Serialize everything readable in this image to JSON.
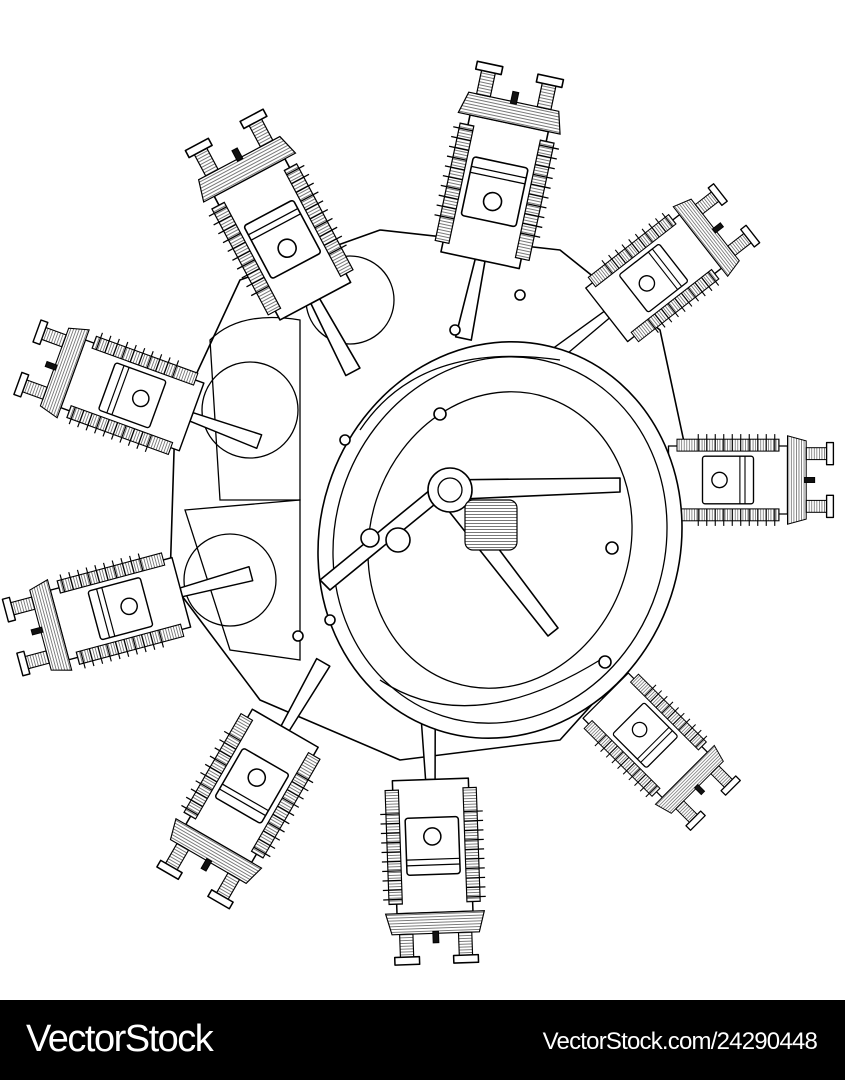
{
  "artwork": {
    "subject": "radial-engine-line-drawing",
    "cylinder_count": 9,
    "stroke_color": "#000000",
    "background_color": "#ffffff"
  },
  "footer": {
    "brand": "VectorStock",
    "image_id_text": "VectorStock.com/24290448",
    "background_color": "#000000",
    "text_color": "#ffffff"
  }
}
